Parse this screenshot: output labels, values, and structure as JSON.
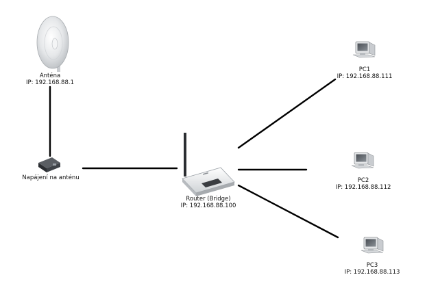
{
  "nodes": {
    "antenna": {
      "name": "Anténa",
      "ip": "IP: 192.168.88.1"
    },
    "injector": {
      "name": "Napájení na anténu"
    },
    "router": {
      "name": "Router (Bridge)",
      "ip": "IP: 192.168.88.100"
    },
    "pc1": {
      "name": "PC1",
      "ip": "IP: 192.168.88.111"
    },
    "pc2": {
      "name": "PC2",
      "ip": "IP: 192.168.88.112"
    },
    "pc3": {
      "name": "PC3",
      "ip": "IP: 192.168.88.113"
    }
  },
  "colors": {
    "link": "#000000",
    "text": "#111111"
  }
}
